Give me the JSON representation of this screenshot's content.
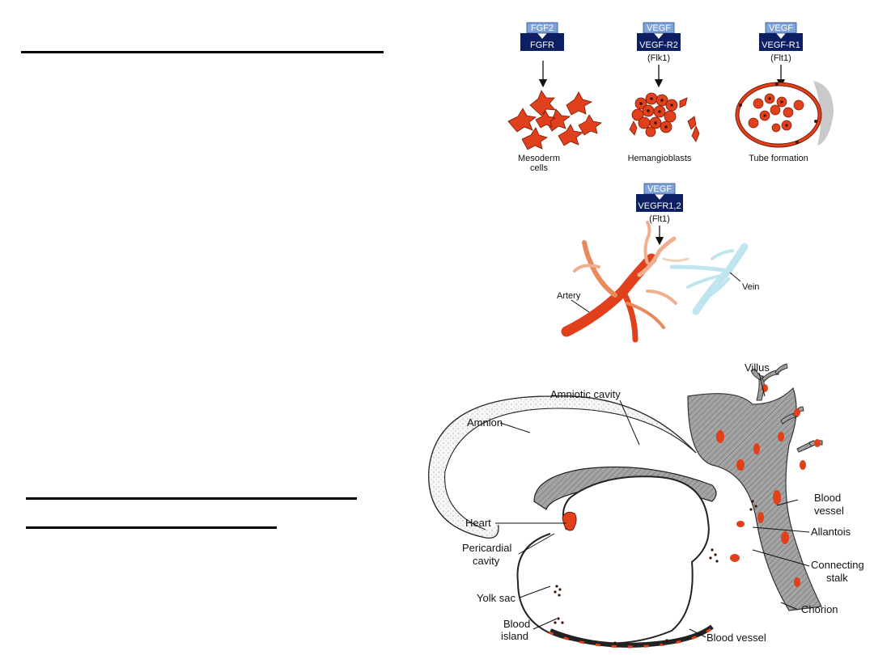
{
  "signaling": {
    "panels": [
      {
        "ligand": "FGF2",
        "receptor": "FGFR",
        "alias": "",
        "result_line1": "Mesoderm",
        "result_line2": "cells"
      },
      {
        "ligand": "VEGF",
        "receptor": "VEGF-R2",
        "alias": "(Flk1)",
        "result_line1": "Hemangioblasts",
        "result_line2": ""
      },
      {
        "ligand": "VEGF",
        "receptor": "VEGF-R1",
        "alias": "(Flt1)",
        "result_line1": "Tube formation",
        "result_line2": ""
      }
    ],
    "lower": {
      "ligand": "VEGF",
      "receptor": "VEGFR1,2",
      "alias": "(Flt1)",
      "artery": "Artery",
      "vein": "Vein"
    }
  },
  "embryo": {
    "labels": {
      "amniotic_cavity": "Amniotic cavity",
      "amnion": "Amnion",
      "villus": "Villus",
      "heart": "Heart",
      "pericardial_1": "Pericardial",
      "pericardial_2": "cavity",
      "yolk_sac": "Yolk sac",
      "blood_island_1": "Blood",
      "blood_island_2": "island",
      "blood_vessel_1": "Blood",
      "blood_vessel_2": "vessel",
      "allantois": "Allantois",
      "connecting_1": "Connecting",
      "connecting_2": "stalk",
      "chorion": "Chorion",
      "blood_vessel_bottom": "Blood vessel"
    }
  },
  "colors": {
    "box_dark": "#0d1f63",
    "box_light": "#7fa3d6",
    "cell_red": "#e0401c",
    "vein_blue": "#bfe6ee",
    "shade_gray": "#9a9a9a"
  }
}
